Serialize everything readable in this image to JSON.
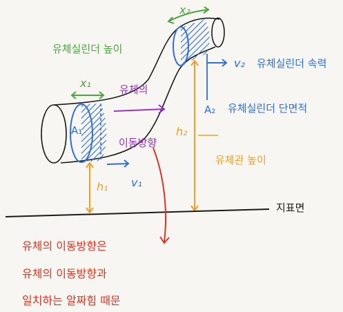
{
  "labels": {
    "x2": "x₂",
    "x1": "x₁",
    "A1": "A₁",
    "A2": "A₂",
    "v1": "v₁",
    "v2": "v₂",
    "h1": "h₁",
    "h2": "h₂",
    "cyl_height": "유체실린더 높이",
    "fluid_of": "유체의",
    "move_dir": "이동방향",
    "v2_desc": "유체실린더 속력",
    "A2_desc": "유체실린더 단면적",
    "pipe_height": "유체관 높이",
    "ground": "지표면",
    "note_line1": "유체의 이동방향은",
    "note_line2": "유체의 이동방향과",
    "note_line3": "일치하는 알짜힘 때문"
  },
  "colors": {
    "green": "#4aa53a",
    "blue": "#2d6fd6",
    "purple": "#9b2fc9",
    "orange": "#f0a020",
    "red": "#e0321e",
    "ink": "#1a1a1a"
  }
}
